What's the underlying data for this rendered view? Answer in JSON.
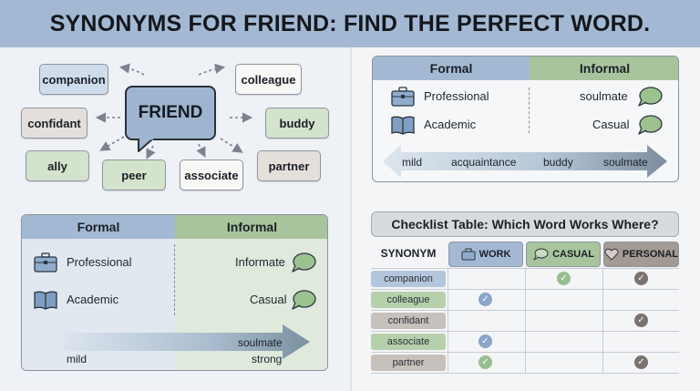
{
  "header": {
    "title": "SYNONYMS FOR FRIEND: FIND THE PERFECT WORD."
  },
  "mindmap": {
    "center": "FRIEND",
    "nodes": {
      "companion": "companion",
      "colleague": "colleague",
      "confidant": "confidant",
      "buddy": "buddy",
      "ally": "ally",
      "peer": "peer",
      "associate": "associate",
      "partner": "partner"
    }
  },
  "top_card": {
    "formal": "Formal",
    "informal": "Informal",
    "professional": "Professional",
    "academic": "Academic",
    "soulmate": "soulmate",
    "casual": "Casual",
    "scale": [
      "mild",
      "acquaintance",
      "buddy",
      "soulmate"
    ]
  },
  "bottom_card": {
    "formal": "Formal",
    "informal": "Informal",
    "professional": "Professional",
    "academic": "Academic",
    "informate": "Informate",
    "casual": "Casual",
    "soulmate": "soulmate",
    "mild": "mild",
    "strong": "strong"
  },
  "checklist": {
    "title": "Checklist Table: Which Word Works Where?",
    "synonym_header": "SYNONYM",
    "columns": [
      "WORK",
      "CASUAL",
      "PERSONAL"
    ],
    "rows": [
      {
        "label": "companion",
        "work": false,
        "casual": true,
        "personal": true
      },
      {
        "label": "colleague",
        "work": true,
        "casual": false,
        "personal": false
      },
      {
        "label": "confidant",
        "work": false,
        "casual": false,
        "personal": true
      },
      {
        "label": "associate",
        "work": true,
        "casual": false,
        "personal": false
      },
      {
        "label": "partner",
        "work": true,
        "casual": false,
        "personal": true
      }
    ]
  },
  "colors": {
    "header": "#a3b9d3",
    "blue": "#cfdcec",
    "green": "#d3e3cc",
    "gray": "#e5dfdb",
    "accent_dark": "#7a726e"
  }
}
